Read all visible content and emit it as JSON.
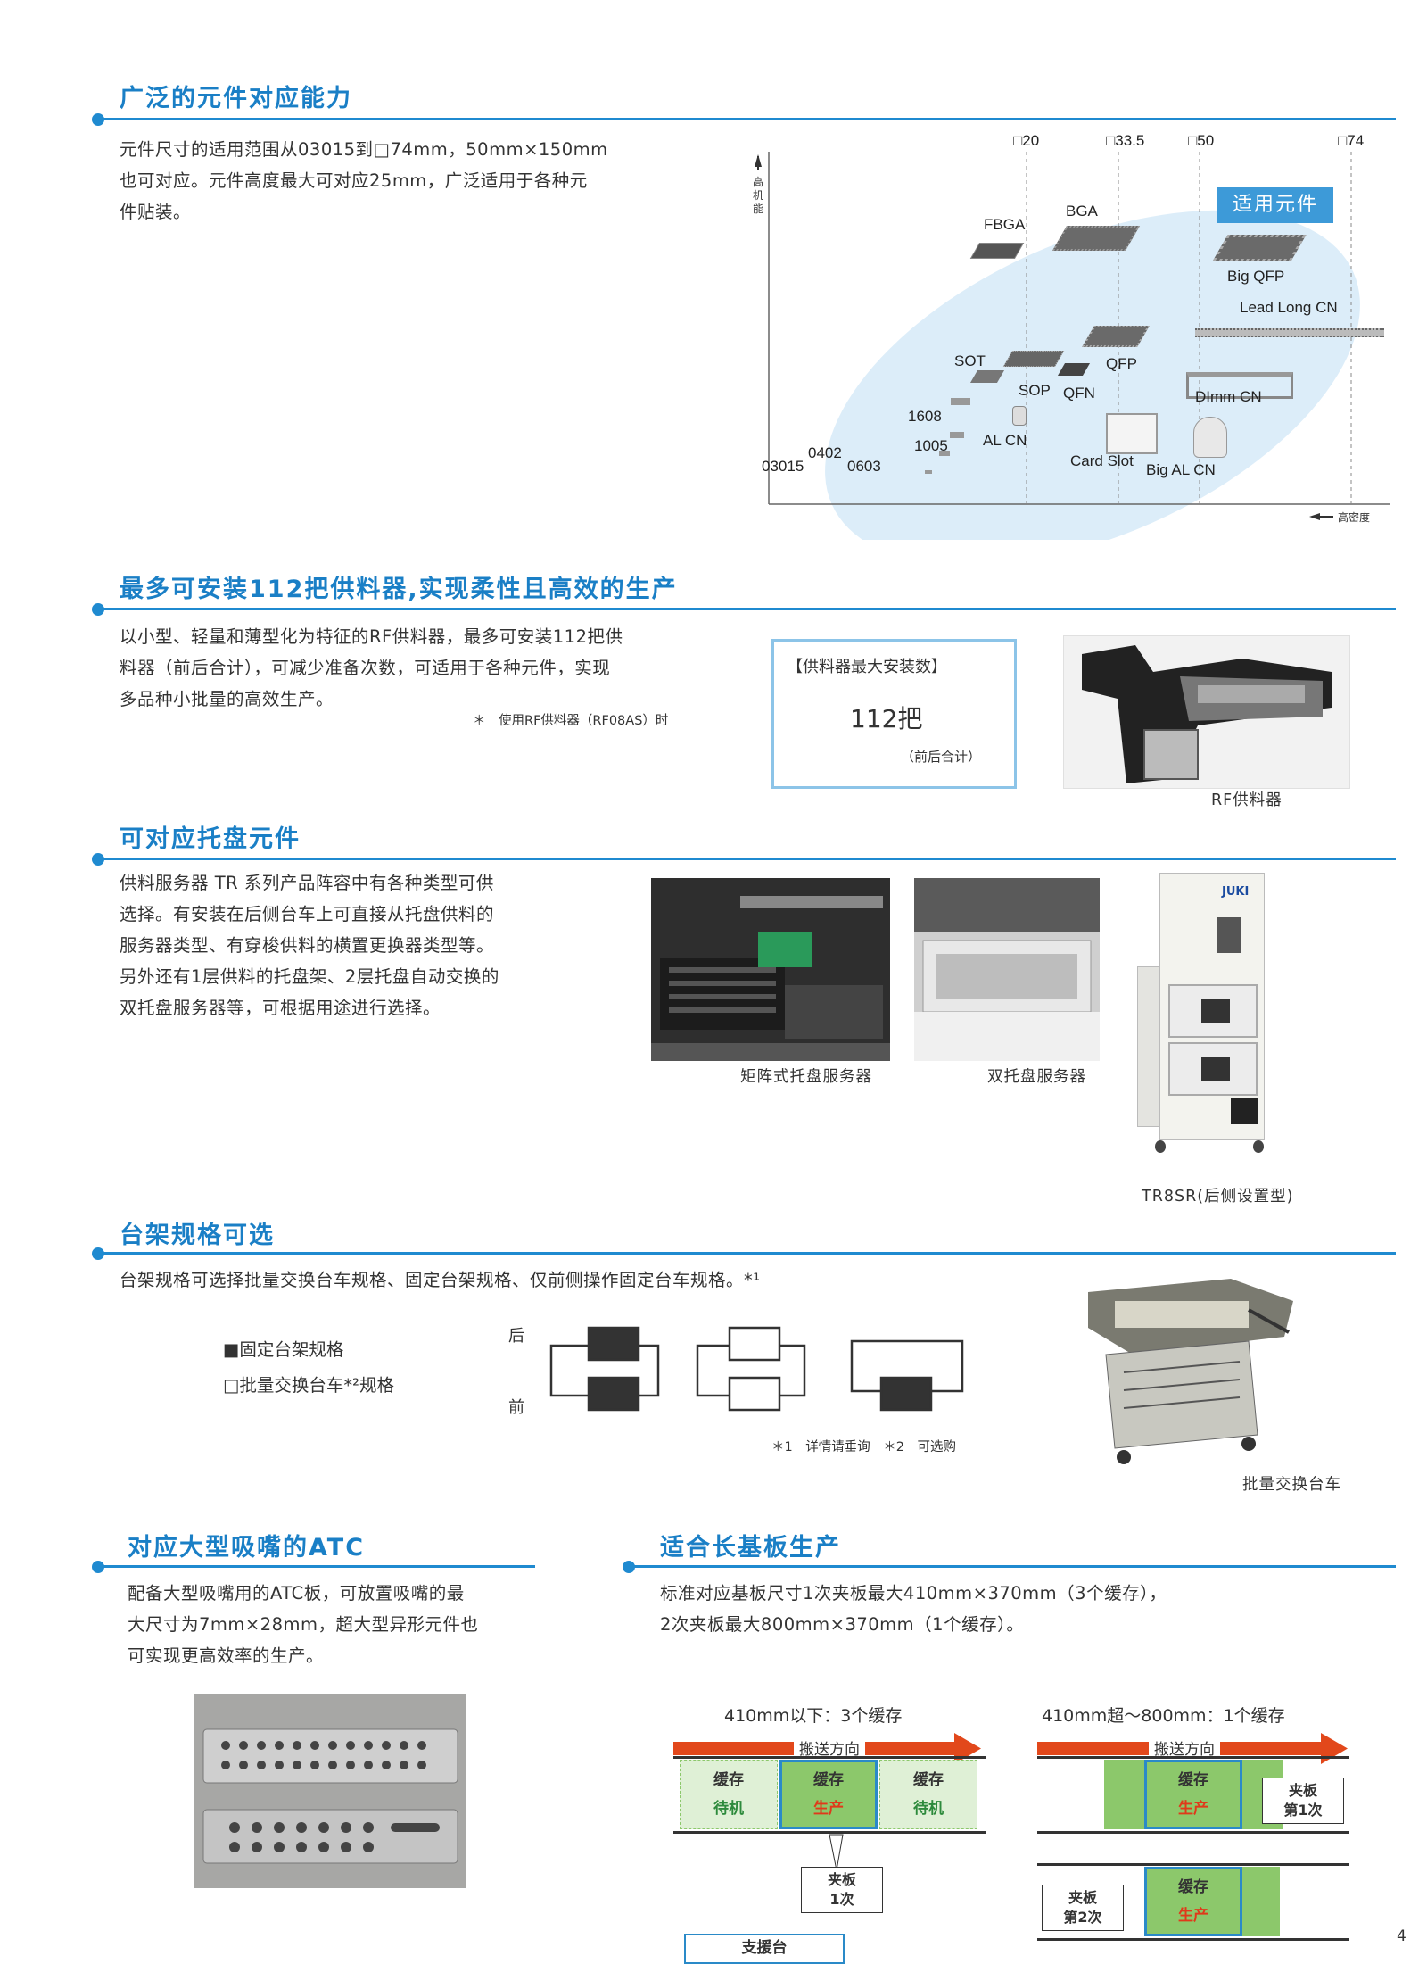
{
  "section1": {
    "title": "广泛的元件对应能力",
    "text": [
      "元件尺寸的适用范围从03015到□74mm，50mm×150mm",
      "也可对应。元件高度最大可对应25mm，广泛适用于各种元",
      "件贴装。"
    ],
    "chart": {
      "y_arrow_label": "高机能",
      "x_arrow_label": "高密度",
      "size_marks": [
        "□20",
        "□33.5",
        "□50",
        "□74"
      ],
      "badge": "适用元件",
      "components": [
        "FBGA",
        "BGA",
        "Big QFP",
        "Lead Long CN",
        "SOT",
        "QFP",
        "SOP",
        "QFN",
        "DImm CN",
        "1608",
        "1005",
        "AL CN",
        "0402",
        "0603",
        "03015",
        "Card Slot",
        "Big AL CN"
      ]
    }
  },
  "section2": {
    "title": "最多可安装112把供料器,实现柔性且高效的生产",
    "text": [
      "以小型、轻量和薄型化为特征的RF供料器，最多可安装112把供",
      "料器（前后合计），可减少准备次数，可适用于各种元件，实现",
      "多品种小批量的高效生产。"
    ],
    "note": "＊　使用RF供料器（RF08AS）时",
    "box": {
      "title": "【供料器最大安装数】",
      "value": "112把",
      "sub": "（前后合计）"
    },
    "caption": "RF供料器"
  },
  "section3": {
    "title": "可对应托盘元件",
    "text": [
      "供料服务器 TR 系列产品阵容中有各种类型可供",
      "选择。有安装在后侧台车上可直接从托盘供料的",
      "服务器类型、有穿梭供料的横置更换器类型等。",
      "另外还有1层供料的托盘架、2层托盘自动交换的",
      "双托盘服务器等，可根据用途进行选择。"
    ],
    "captions": [
      "矩阵式托盘服务器",
      "双托盘服务器",
      "TR8SR(后侧设置型)"
    ],
    "brand": "JUKI"
  },
  "section4": {
    "title": "台架规格可选",
    "text": "台架规格可选择批量交换台车规格、固定台架规格、仅前侧操作固定台车规格。*¹",
    "legend": [
      "■固定台架规格",
      "□批量交换台车*²规格"
    ],
    "back": "后",
    "front": "前",
    "note": "＊1　详情请垂询　＊2　可选购",
    "caption": "批量交换台车"
  },
  "section5": {
    "title": "对应大型吸嘴的ATC",
    "text": [
      "配备大型吸嘴用的ATC板，可放置吸嘴的最",
      "大尺寸为7mm×28mm，超大型异形元件也",
      "可实现更高效率的生产。"
    ]
  },
  "section6": {
    "title": "适合长基板生产",
    "text": [
      "标准对应基板尺寸1次夹板最大410mm×370mm（3个缓存），",
      "2次夹板最大800mm×370mm（1个缓存）。"
    ],
    "left": {
      "title": "410mm以下：3个缓存",
      "direction": "搬送方向",
      "buffers": [
        {
          "top": "缓存",
          "bottom": "待机"
        },
        {
          "top": "缓存",
          "bottom": "生产"
        },
        {
          "top": "缓存",
          "bottom": "待机"
        }
      ],
      "clamp": [
        "夹板",
        "1次"
      ],
      "support": "支援台"
    },
    "right": {
      "title": "410mm超～800mm：1个缓存",
      "direction": "搬送方向",
      "buffer": {
        "top": "缓存",
        "bottom": "生产"
      },
      "clamp1": [
        "夹板",
        "第1次"
      ],
      "clamp2": [
        "夹板",
        "第2次"
      ]
    }
  },
  "page_number": "4",
  "colors": {
    "accent": "#1f8ad0",
    "title": "#1a7fc6",
    "arrow": "#e2481b",
    "buffer_green": "#8cc86b",
    "buffer_light": "#dff0d6"
  }
}
